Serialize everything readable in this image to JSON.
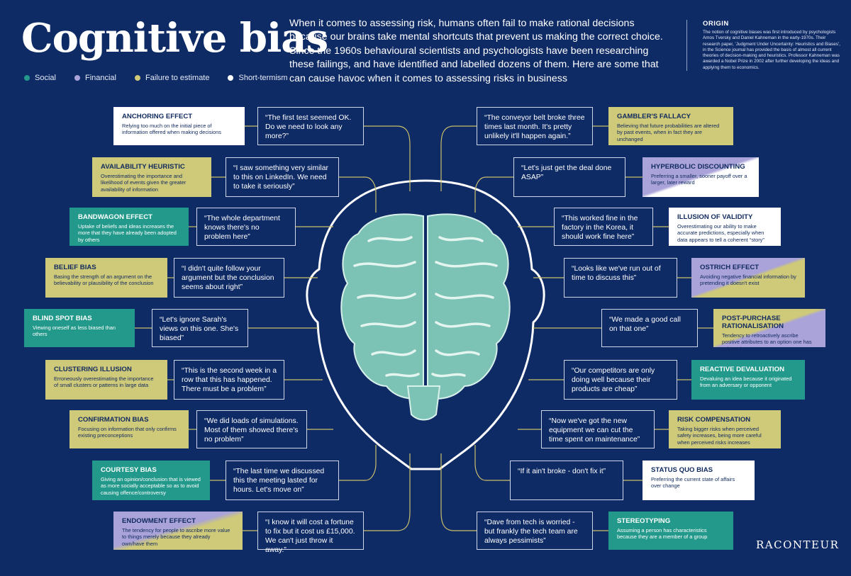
{
  "title": "Cognitive bias",
  "intro": "When it comes to assessing risk, humans often fail to make rational decisions because our brains take mental shortcuts that prevent us making the correct choice. Since the 1960s behavioural scientists and psychologists have been researching these failings, and have identified and labelled dozens of them. Here are some that can cause havoc when it comes to assessing risks in business",
  "legend": [
    {
      "label": "Social",
      "color": "#23998b"
    },
    {
      "label": "Financial",
      "color": "#a9a3d9"
    },
    {
      "label": "Failure to estimate",
      "color": "#cfc97a"
    },
    {
      "label": "Short-termism",
      "color": "#ffffff"
    }
  ],
  "origin": {
    "heading": "ORIGIN",
    "text": "The notion of cognitive biases was first introduced by psychologists Amos Tversky and Daniel Kahneman in the early-1970s. Their research paper, 'Judgment Under Uncertainty: Heuristics and Biases', in the Science journal has provided the basis of almost all current theories of decision-making and heuristics. Professor Kahneman was awarded a Nobel Prize in 2002 after further developing the ideas and applying them to economics."
  },
  "colors": {
    "background": "#0f2b66",
    "social": "#23998b",
    "financial": "#a9a3d9",
    "failure": "#cfc97a",
    "short": "#ffffff",
    "brain": "#8fd0c4"
  },
  "left_biases": [
    {
      "name": "ANCHORING EFFECT",
      "desc": "Relying too much on the initial piece of information offered when making decisions",
      "quote": "“The first test seemed OK. Do we need to look any more?”"
    },
    {
      "name": "AVAILABILITY HEURISTIC",
      "desc": "Overestimating the importance and likelihood of events given the greater availability of information",
      "quote": "“I saw something very similar to this on LinkedIn. We need to take it seriously”"
    },
    {
      "name": "BANDWAGON EFFECT",
      "desc": "Uptake of beliefs and ideas increases the more that they have already been adopted by others",
      "quote": "“The whole department knows there's no problem here”"
    },
    {
      "name": "BELIEF BIAS",
      "desc": "Basing the strength of an argument on the believability or plausibility of the conclusion",
      "quote": "“I didn't quite follow your argument but the conclusion seems about right”"
    },
    {
      "name": "BLIND SPOT BIAS",
      "desc": "Viewing oneself as less biased than others",
      "quote": "“Let's ignore Sarah's views on this one. She's biased”"
    },
    {
      "name": "CLUSTERING ILLUSION",
      "desc": "Erroneously overestimating the importance of small clusters or patterns in large data",
      "quote": "“This is the second week in a row that this has happened. There must be a problem”"
    },
    {
      "name": "CONFIRMATION BIAS",
      "desc": "Focusing on information that only confirms existing preconceptions",
      "quote": "“We did loads of simulations. Most of them showed there's no problem”"
    },
    {
      "name": "COURTESY BIAS",
      "desc": "Giving an opinion/conclusion that is viewed as more socially acceptable so as to avoid causing offence/controversy",
      "quote": "“The last time we discussed this the meeting lasted for hours. Let's move on”"
    },
    {
      "name": "ENDOWMENT EFFECT",
      "desc": "The tendency for people to ascribe more value to things merely because they already own/have them",
      "quote": "“I know it will cost a fortune to fix but it cost us £15,000. We can't just throw it away.”"
    }
  ],
  "right_biases": [
    {
      "name": "GAMBLER'S FALLACY",
      "desc": "Believing that future probabilities are altered by past events, when in fact they are unchanged",
      "quote": "“The conveyor belt broke three times last month. It's pretty unlikely it'll happen again.”"
    },
    {
      "name": "HYPERBOLIC DISCOUNTING",
      "desc": "Preferring a smaller, sooner payoff over a larger, later reward",
      "quote": "“Let's just get the deal done ASAP”"
    },
    {
      "name": "ILLUSION OF VALIDITY",
      "desc": "Overestimating our ability to make accurate predictions, especially when data appears to tell a coherent “story”",
      "quote": "“This worked fine in the factory in the Korea, it should work fine here”"
    },
    {
      "name": "OSTRICH EFFECT",
      "desc": "Avoiding negative financial information by pretending it doesn't exist",
      "quote": "“Looks like we've run out of time to discuss this”"
    },
    {
      "name": "POST-PURCHASE RATIONALISATION",
      "desc": "Tendency to retroactively ascribe positive attributes to an option one has selected",
      "quote": "“We made a good call on that one”"
    },
    {
      "name": "REACTIVE DEVALUATION",
      "desc": "Devaluing an idea because it originated from an adversary or opponent",
      "quote": "“Our competitors are only doing well because their products are cheap”"
    },
    {
      "name": "RISK COMPENSATION",
      "desc": "Taking bigger risks when perceived safety increases, being more careful when perceived risks increases",
      "quote": "“Now we've got the new equipment we can cut the time spent on maintenance”"
    },
    {
      "name": "STATUS QUO BIAS",
      "desc": "Preferring the current state of affairs over change",
      "quote": "“If it ain't broke - don't fix it”"
    },
    {
      "name": "STEREOTYPING",
      "desc": "Assuming a person has characteristics because they are a member of a group",
      "quote": "“Dave from tech is worried - but frankly the tech team are always pessimists”"
    }
  ],
  "brand": "RACONTEUR"
}
